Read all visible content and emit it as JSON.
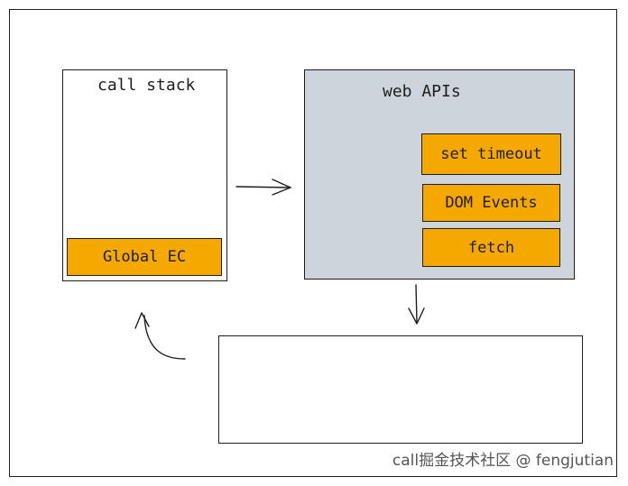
{
  "diagram": {
    "call_stack": {
      "title": "call stack",
      "items": [
        "Global EC"
      ]
    },
    "web_apis": {
      "title": "web APIs",
      "items": [
        "set timeout",
        "DOM Events",
        "fetch"
      ]
    },
    "queue": {
      "title": ""
    },
    "watermark": "call掘金技术社区 @ fengjutian"
  },
  "colors": {
    "chip_fill": "#f5a800",
    "web_apis_fill": "#ced4dc",
    "stroke": "#1e1e1e"
  }
}
